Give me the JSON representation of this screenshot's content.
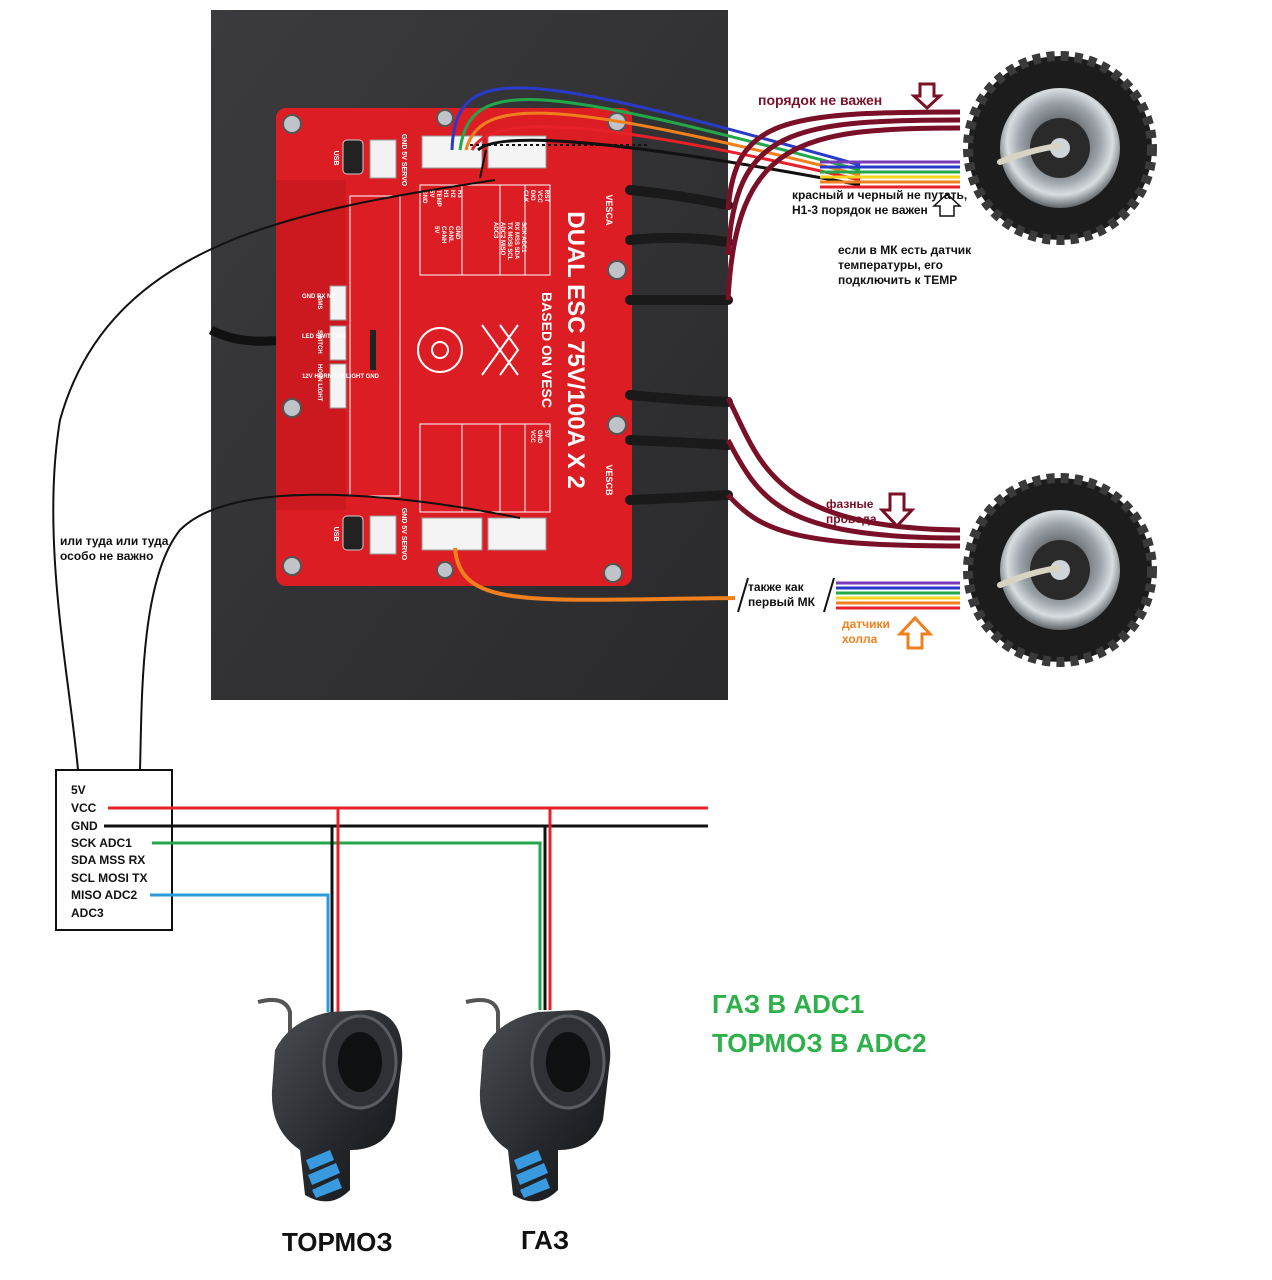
{
  "board": {
    "title": "DUAL ESC 75V/100A X 2",
    "subtitle": "BASED ON VESC",
    "label_vesca": "VESCA",
    "label_vescb": "VESCB",
    "usb_label": "USB",
    "servo_label": "GND 5V SERVO",
    "hall_pins": [
      "H3",
      "H2",
      "H1",
      "TEMP",
      "5V",
      "GND"
    ],
    "comm_pins": [
      "RST",
      "5V",
      "VCC",
      "DIO",
      "GND",
      "CLK",
      "VCC"
    ],
    "adc_pins": [
      "SCK ADC1",
      "RX MSS SDA",
      "TX MOSI SCL",
      "ADC2 MISO",
      "ADC3"
    ],
    "can_pins": [
      "GND",
      "CANL",
      "CANH",
      "5V"
    ],
    "side_pins": [
      "BMS",
      "SWITCH",
      "HORN LIGHT"
    ],
    "side_labels": [
      "GND RX NC",
      "LED SWIT GND",
      "12V HORN 12V LIGHT GND"
    ]
  },
  "annotations": {
    "order_not_important": "порядок не важен",
    "red_black": "красный и черный не путать, H1-3 порядок не важен",
    "temp_sensor": "если в МК есть датчик температуры, его подключить к TEMP",
    "phase_wires": "фазные провода",
    "same_as_first": "также как первый МК",
    "hall_sensors": "датчики холла",
    "either_way": "или туда или туда особо не важно",
    "gas_adc1": "ГАЗ В ADC1",
    "brake_adc2": "ТОРМОЗ В ADC2"
  },
  "connector_box": {
    "pins": [
      "5V",
      "VCC",
      "GND",
      "SCK ADC1",
      "SDA MSS RX",
      "SCL MOSI TX",
      "MISO ADC2",
      "ADC3"
    ]
  },
  "throttles": {
    "brake_label": "ТОРМОЗ",
    "gas_label": "ГАЗ"
  },
  "colors": {
    "board_red": "#dc1e24",
    "wine_wire": "#7a1028",
    "red_wire": "#e8202a",
    "green_wire": "#22a84a",
    "blue_wire": "#2a9ad8",
    "orange_wire": "#f0801e",
    "annotation_green": "#2eb04a"
  }
}
